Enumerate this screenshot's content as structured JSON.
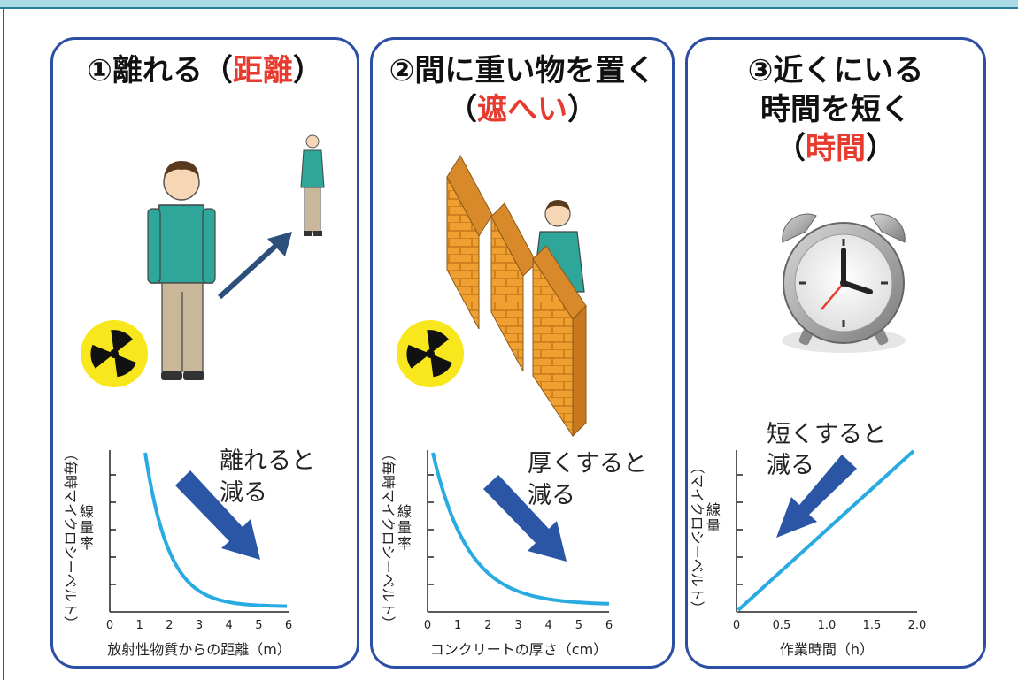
{
  "panels": [
    {
      "title_prefix": "①離れる（",
      "title_accent": "距離",
      "title_suffix": "）",
      "note_line1": "離れると",
      "note_line2": "減る",
      "y_label_main": "線量率",
      "y_label_unit": "（毎時マイクロシーベルト）",
      "x_label": "放射性物質からの距離（m）",
      "x_ticks": [
        "0",
        "1",
        "2",
        "3",
        "4",
        "5",
        "6"
      ]
    },
    {
      "title_line1": "②間に重い物を置く",
      "title_prefix": "（",
      "title_accent": "遮へい",
      "title_suffix": "）",
      "note_line1": "厚くすると",
      "note_line2": "減る",
      "y_label_main": "線量率",
      "y_label_unit": "（毎時マイクロシーベルト）",
      "x_label": "コンクリートの厚さ（cm）",
      "x_ticks": [
        "0",
        "1",
        "2",
        "3",
        "4",
        "5",
        "6"
      ]
    },
    {
      "title_line1": "③近くにいる",
      "title_line2": "時間を短く",
      "title_prefix": "（",
      "title_accent": "時間",
      "title_suffix": "）",
      "note_line1": "短くすると",
      "note_line2": "減る",
      "y_label_main": "線量",
      "y_label_unit": "（マイクロシーベルト）",
      "x_label": "作業時間（h）",
      "x_ticks": [
        "0",
        "0.5",
        "1.0",
        "1.5",
        "2.0"
      ]
    }
  ],
  "colors": {
    "accent_red": "#e63b2e",
    "panel_border": "#2c4fa3",
    "curve": "#29abe2",
    "arrow": "#2a56a5",
    "radiation_yellow": "#f8e71c"
  }
}
